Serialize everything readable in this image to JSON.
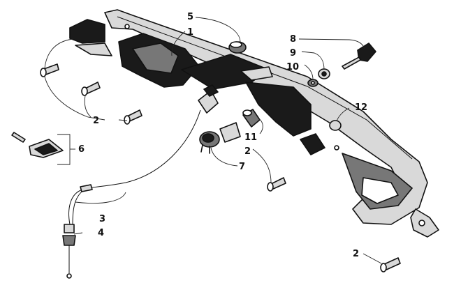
{
  "diagram": {
    "callouts": [
      {
        "id": "c1",
        "label": "1"
      },
      {
        "id": "c2a",
        "label": "2"
      },
      {
        "id": "c2b",
        "label": "2"
      },
      {
        "id": "c2c",
        "label": "2"
      },
      {
        "id": "c3",
        "label": "3"
      },
      {
        "id": "c4",
        "label": "4"
      },
      {
        "id": "c5",
        "label": "5"
      },
      {
        "id": "c6",
        "label": "6"
      },
      {
        "id": "c7",
        "label": "7"
      },
      {
        "id": "c8",
        "label": "8"
      },
      {
        "id": "c9",
        "label": "9"
      },
      {
        "id": "c10",
        "label": "10"
      },
      {
        "id": "c11",
        "label": "11"
      },
      {
        "id": "c12",
        "label": "12"
      }
    ]
  }
}
